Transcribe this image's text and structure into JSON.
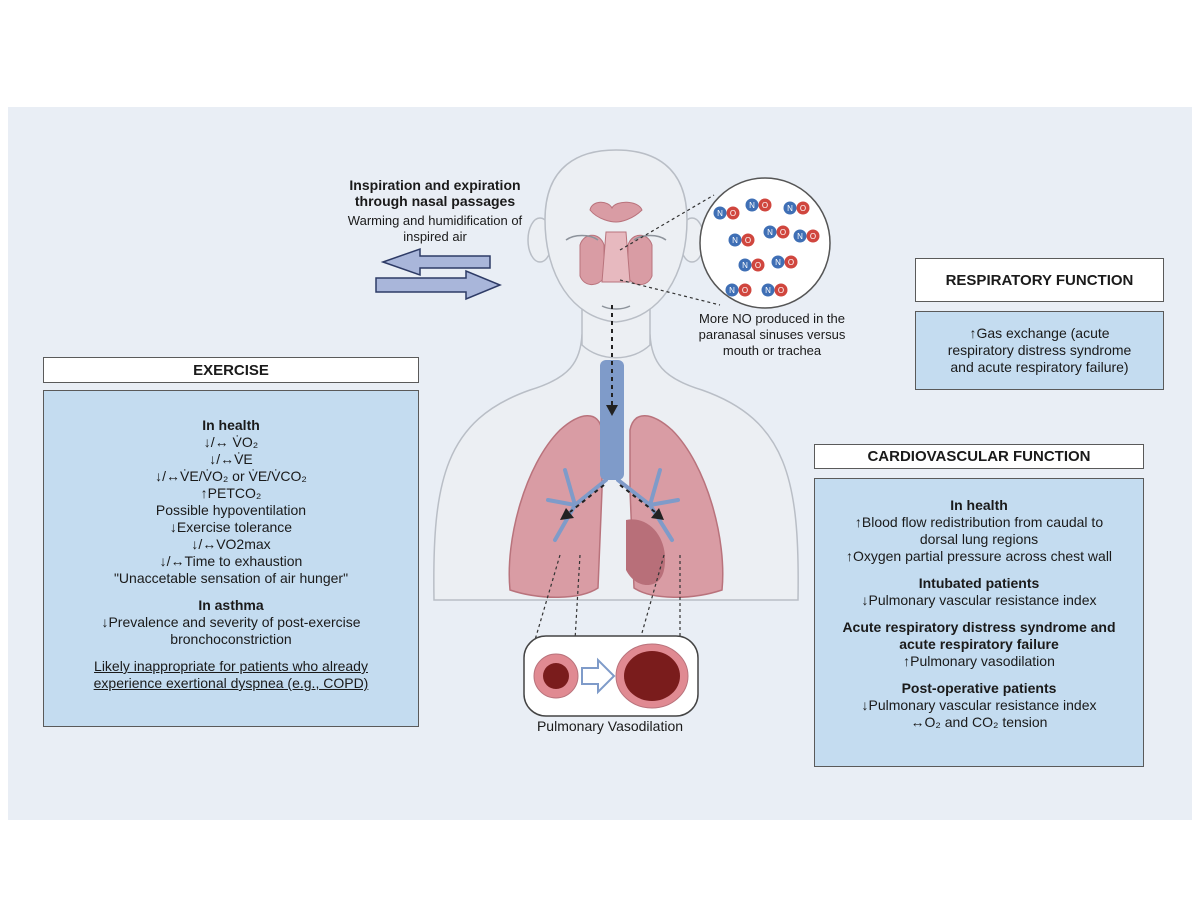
{
  "nasal": {
    "title_line1": "Inspiration and expiration",
    "title_line2": "through nasal passages",
    "sub_line1": "Warming and humidification of",
    "sub_line2": "inspired air"
  },
  "no_note": {
    "line1": "More NO produced in the",
    "line2": "paranasal sinuses versus",
    "line3": "mouth or trachea",
    "molecule_n": "N",
    "molecule_o": "O"
  },
  "vasodilation_label": "Pulmonary Vasodilation",
  "exercise": {
    "header": "EXERCISE",
    "health_title": "In health",
    "health_items": [
      "↓/↔ V̇O₂",
      "↓/↔V̇E",
      "↓/↔V̇E/V̇O₂ or V̇E/V̇CO₂",
      "↑PETCO₂",
      "Possible hypoventilation",
      "↓Exercise tolerance",
      "↓/↔VO2max",
      "↓/↔Time to exhaustion",
      "\"Unaccetable sensation of air hunger\""
    ],
    "asthma_title": "In asthma",
    "asthma_line1": "↓Prevalence and severity of post-exercise",
    "asthma_line2": "bronchoconstriction",
    "note_line1": "Likely inappropriate for patients who already",
    "note_line2": "experience exertional dyspnea (e.g., COPD)"
  },
  "respiratory": {
    "header": "RESPIRATORY FUNCTION",
    "line1": "↑Gas exchange (acute",
    "line2": "respiratory distress syndrome",
    "line3": "and acute respiratory failure)"
  },
  "cardiovascular": {
    "header": "CARDIOVASCULAR FUNCTION",
    "health_title": "In health",
    "health_line1": "↑Blood flow redistribution from caudal to",
    "health_line2": "dorsal lung regions",
    "health_line3": "↑Oxygen partial pressure across chest wall",
    "intubated_title": "Intubated patients",
    "intubated_line1": "↓Pulmonary vascular resistance index",
    "ards_title_line1": "Acute respiratory distress syndrome and",
    "ards_title_line2": "acute respiratory failure",
    "ards_line1": "↑Pulmonary vasodilation",
    "postop_title": "Post-operative patients",
    "postop_line1": "↓Pulmonary vascular resistance index",
    "postop_line2": "↔O₂ and CO₂ tension"
  },
  "colors": {
    "panel_bg": "#e9eef5",
    "box_fill": "#c4dcf0",
    "arrow_fill": "#a9b6da",
    "lung_fill": "#d99ca4",
    "airway_fill": "#7f9bc9",
    "nitrogen_blue": "#3f6fb5",
    "oxygen_red": "#d0463e"
  }
}
